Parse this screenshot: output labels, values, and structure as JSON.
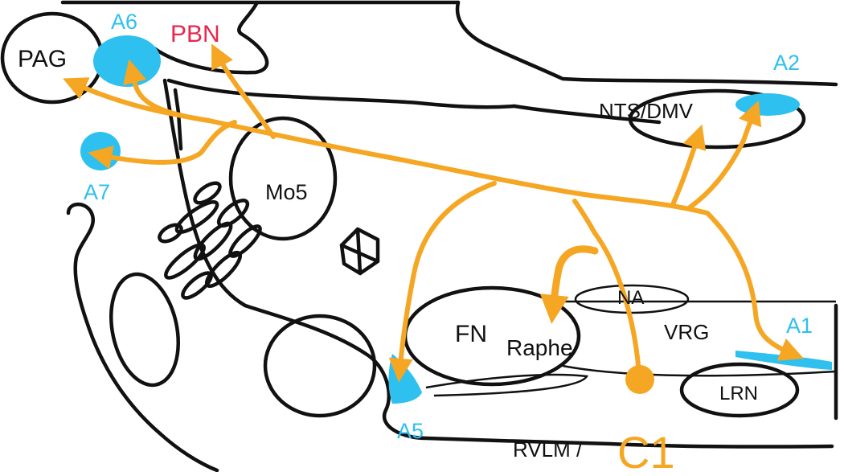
{
  "colors": {
    "pathway": "#F5A623",
    "noradrenergic": "#2EC0EE",
    "pbn": "#E8264E",
    "outline": "#111111"
  },
  "labels": {
    "pag": "PAG",
    "a6": "A6",
    "pbn": "PBN",
    "a2": "A2",
    "nts_dmv": "NTS/DMV",
    "a7": "A7",
    "mo5": "Mo5",
    "na": "NA",
    "fn": "FN",
    "raphe": "Raphe",
    "vrg": "VRG",
    "a1": "A1",
    "lrn": "LRN",
    "a5": "A5",
    "rvlm": "RVLM /",
    "c1": "C1"
  }
}
